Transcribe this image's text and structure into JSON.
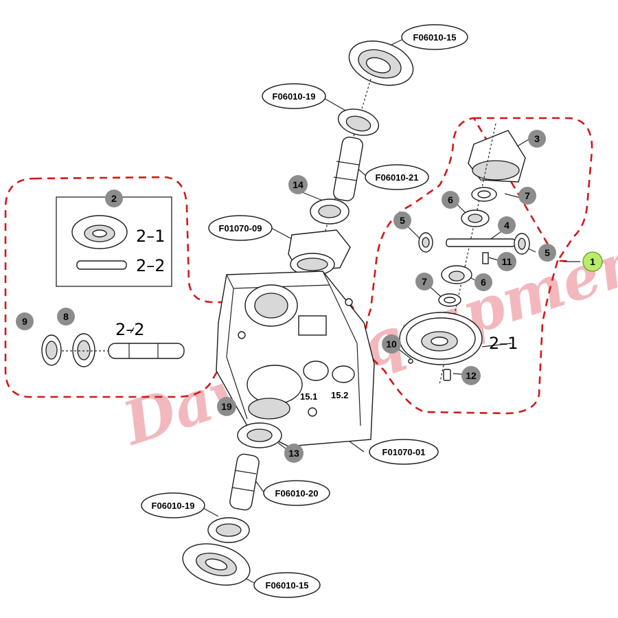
{
  "watermark": "Dawn Equipment",
  "part_codes": {
    "top_seal": "F06010-15",
    "top_bearing": "F06010-19",
    "top_shaft": "F06010-21",
    "top_cover": "F01070-09",
    "housing": "F01070-01",
    "bottom_shaft": "F06010-20",
    "bottom_bearing": "F06010-19",
    "bottom_seal": "F06010-15"
  },
  "callouts": {
    "n1": "1",
    "n2": "2",
    "n3": "3",
    "n4": "4",
    "n5a": "5",
    "n5b": "5",
    "n6a": "6",
    "n6b": "6",
    "n7a": "7",
    "n7b": "7",
    "n8": "8",
    "n9": "9",
    "n10": "10",
    "n11": "11",
    "n12": "12",
    "n13": "13",
    "n14": "14",
    "n19": "19"
  },
  "sub_labels": {
    "left_box_gear": "2–1",
    "left_box_shaft": "2–2",
    "left_shaft": "2–2",
    "right_gear": "2–1",
    "hole_1": "15.1",
    "hole_2": "15.2"
  },
  "colors": {
    "callout_fill": "#8c8c8c",
    "highlight_fill": "#b8ec6a",
    "dashed_group": "#d01818",
    "watermark": "#f2b8bd"
  }
}
